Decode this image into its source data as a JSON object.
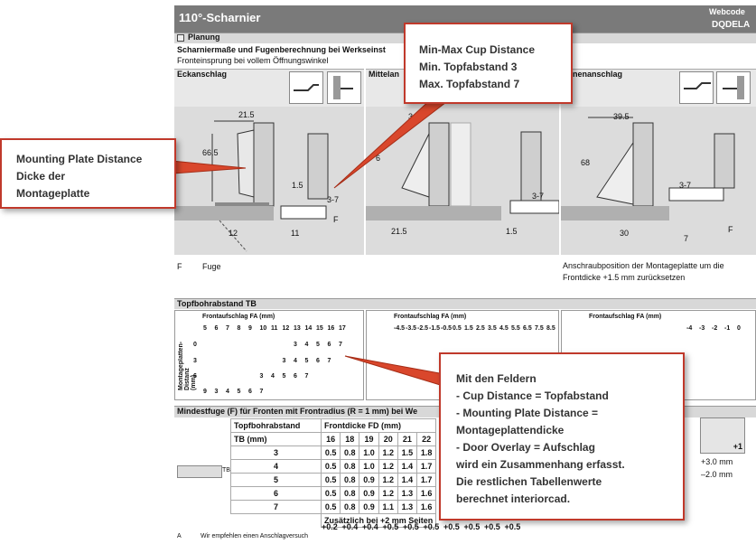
{
  "header": {
    "title": "110°-Scharnier",
    "webcode_label": "Webcode",
    "webcode": "DQDELA"
  },
  "planning": {
    "title": "Planung",
    "line1": "Scharniermaße und Fugenberechnung bei Werkseinst",
    "line2": "Fronteinsprung bei vollem Öffnungswinkel"
  },
  "sections": {
    "eck": "Eckanschlag",
    "mittel": "Mittelan",
    "innen": "nenanschlag"
  },
  "dims": {
    "d1": "21.5",
    "d2": "66.5",
    "d3": "1.5",
    "d4": "3-7",
    "d5": "12",
    "d6": "11",
    "d7": "F",
    "m1": "3",
    "m2": "6",
    "m3": "21.5",
    "m4": "1.5",
    "m5": "3-7",
    "i1": "39.5",
    "i2": "68",
    "i3": "3-7",
    "i4": "30",
    "i5": "7",
    "i6": "F"
  },
  "footnotes": {
    "f_key": "F",
    "f_val": "Fuge",
    "right": "Anschraubposition der Montageplatte um die Frontdicke +1.5 mm zurücksetzen"
  },
  "topf": {
    "title": "Topfbohrabstand TB",
    "fa_label": "Frontaufschlag FA (mm)",
    "cols_left": [
      "5",
      "6",
      "7",
      "8",
      "9",
      "10",
      "11",
      "12",
      "13",
      "14",
      "15",
      "16",
      "17"
    ],
    "rows_left": [
      "0",
      "3",
      "6",
      "9"
    ],
    "row0_values": [
      "3",
      "4",
      "5",
      "6",
      "7"
    ],
    "row3_values": [
      "3",
      "4",
      "5",
      "6",
      "7"
    ],
    "row6_values": [
      "3",
      "4",
      "5",
      "6",
      "7"
    ],
    "row9_values": [
      "9",
      "3",
      "4",
      "5",
      "6",
      "7"
    ],
    "side_label": "Montageplatten-Distanz (mm)",
    "cols_mid": [
      "-4.5",
      "-3.5",
      "-2.5",
      "-1.5",
      "-0.5",
      "0.5",
      "1.5",
      "2.5",
      "3.5",
      "4.5",
      "5.5",
      "6.5",
      "7.5",
      "8.5"
    ],
    "cols_right": [
      "-4",
      "-3",
      "-2",
      "-1",
      "0"
    ]
  },
  "mindest": {
    "title": "Mindestfuge (F) für Fronten mit Frontradius (R = 1 mm) bei We",
    "tb_header": "Topfbohrabstand",
    "tb_unit": "TB (mm)",
    "fd_header": "Frontdicke FD (mm)",
    "fd_cols": [
      "16",
      "18",
      "19",
      "20",
      "21",
      "22"
    ],
    "rows": [
      {
        "tb": "3",
        "vals": [
          "0.5",
          "0.8",
          "1.0",
          "1.2",
          "1.5",
          "1.8"
        ]
      },
      {
        "tb": "4",
        "vals": [
          "0.5",
          "0.8",
          "1.0",
          "1.2",
          "1.4",
          "1.7"
        ]
      },
      {
        "tb": "5",
        "vals": [
          "0.5",
          "0.8",
          "0.9",
          "1.2",
          "1.4",
          "1.7"
        ]
      },
      {
        "tb": "6",
        "vals": [
          "0.5",
          "0.8",
          "0.9",
          "1.2",
          "1.3",
          "1.6"
        ]
      },
      {
        "tb": "7",
        "vals": [
          "0.5",
          "0.8",
          "0.9",
          "1.1",
          "1.3",
          "1.6"
        ]
      }
    ],
    "extra_label": "Zusätzlich bei +2 mm Seiten",
    "extra": [
      "+0.2",
      "+0.4",
      "+0.4",
      "+0.5",
      "+0.5",
      "+0.5",
      "+0.5",
      "+0.5",
      "+0.5",
      "+0.5"
    ],
    "tb_mark": "TB",
    "right_plus": "+3.0 mm",
    "right_minus": "–2.0 mm",
    "right_icon_label": "+1"
  },
  "bottom_note": "Wir empfehlen einen Anschlagversuch",
  "bottom_key": "A",
  "callouts": {
    "cup": [
      "Min-Max Cup Distance",
      "Min. Topfabstand 3",
      "Max. Topfabstand 7"
    ],
    "plate": [
      "Mounting Plate Distance",
      "Dicke der",
      "Montageplatte"
    ],
    "fields": [
      "Mit den Feldern",
      "- Cup Distance = Topfabstand",
      "- Mounting Plate Distance =",
      "Montageplattendicke",
      "- Door Overlay = Aufschlag",
      "wird ein Zusammenhang erfasst.",
      "Die restlichen Tabellenwerte",
      "berechnet interiorcad."
    ]
  },
  "colors": {
    "callout_border": "#c0392b",
    "header_bg": "#7a7a7a"
  }
}
